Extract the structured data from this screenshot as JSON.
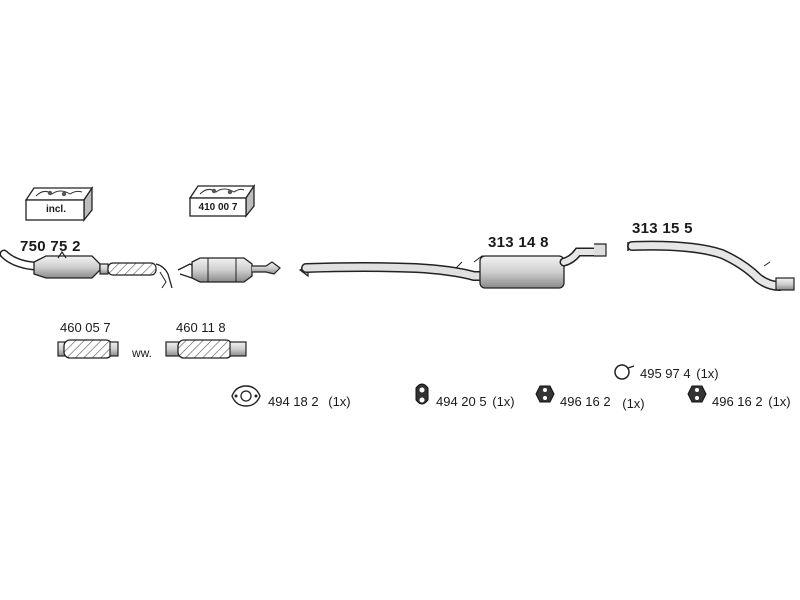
{
  "boxes": {
    "incl": {
      "label": "incl."
    },
    "cat": {
      "label": "410 00 7"
    }
  },
  "parts": {
    "catalyst": {
      "number": "750 75 2"
    },
    "center_muffler": {
      "number": "313 14 8"
    },
    "rear_pipe": {
      "number": "313 15 5"
    },
    "flex_a": {
      "number": "460 05 7"
    },
    "flex_b": {
      "number": "460 11 8"
    },
    "ww": "ww."
  },
  "fittings": [
    {
      "number": "494 18 2",
      "qty": "(1x)",
      "icon": "gasket-icon"
    },
    {
      "number": "494 20 5",
      "qty": "(1x)",
      "icon": "rubber-hanger-icon"
    },
    {
      "number": "496 16 2",
      "qty": "(1x)",
      "icon": "rubber-mount-icon"
    },
    {
      "number": "495 97 4",
      "qty": "(1x)",
      "icon": "ring-clip-icon"
    },
    {
      "number": "496 16 2",
      "qty": "(1x)",
      "icon": "rubber-mount-icon"
    }
  ]
}
